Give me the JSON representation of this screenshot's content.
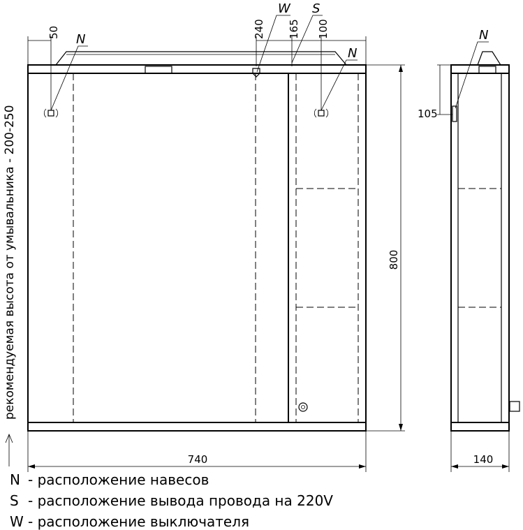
{
  "dimensions": {
    "total_width": "740",
    "height": "800",
    "depth": "140",
    "hinge_offset_left": "50",
    "hinge_offset_right": "100",
    "switch_offset": "240",
    "wire_offset": "165",
    "side_hinge_drop": "105"
  },
  "markers": {
    "hinge": "N",
    "switch": "W",
    "wire": "S"
  },
  "recommended_height": "рекомендуемая высота от умывальника - 200-250",
  "legend": [
    {
      "key": "N",
      "text": "- расположение навесов"
    },
    {
      "key": "S",
      "text": "- расположение вывода провода на 220V"
    },
    {
      "key": "W",
      "text": "- расположение выключателя"
    }
  ]
}
